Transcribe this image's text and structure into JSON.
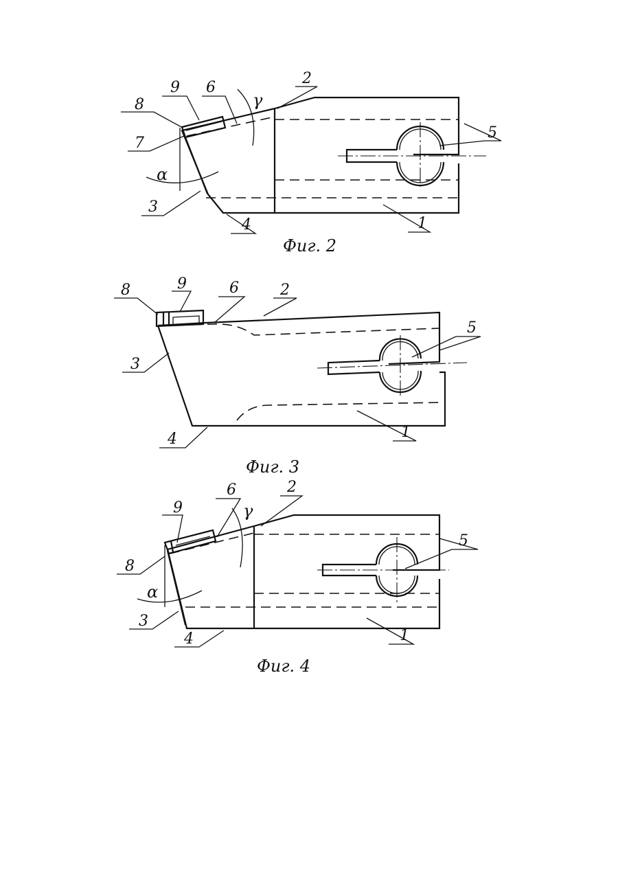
{
  "figures": [
    {
      "caption": "Фиг. 2",
      "labels": {
        "l1": "1",
        "l2": "2",
        "l3": "3",
        "l4": "4",
        "l5": "5",
        "l6": "6",
        "l7": "7",
        "l8": "8",
        "l9": "9"
      },
      "angles": {
        "alpha": "α",
        "gamma": "γ"
      }
    },
    {
      "caption": "Фиг. 3",
      "labels": {
        "l1": "1",
        "l2": "2",
        "l3": "3",
        "l4": "4",
        "l5": "5",
        "l6": "6",
        "l8": "8",
        "l9": "9"
      }
    },
    {
      "caption": "Фиг. 4",
      "labels": {
        "l1": "1",
        "l2": "2",
        "l3": "3",
        "l4": "4",
        "l5": "5",
        "l6": "6",
        "l8": "8",
        "l9": "9"
      },
      "angles": {
        "alpha": "α",
        "gamma": "γ"
      }
    }
  ]
}
